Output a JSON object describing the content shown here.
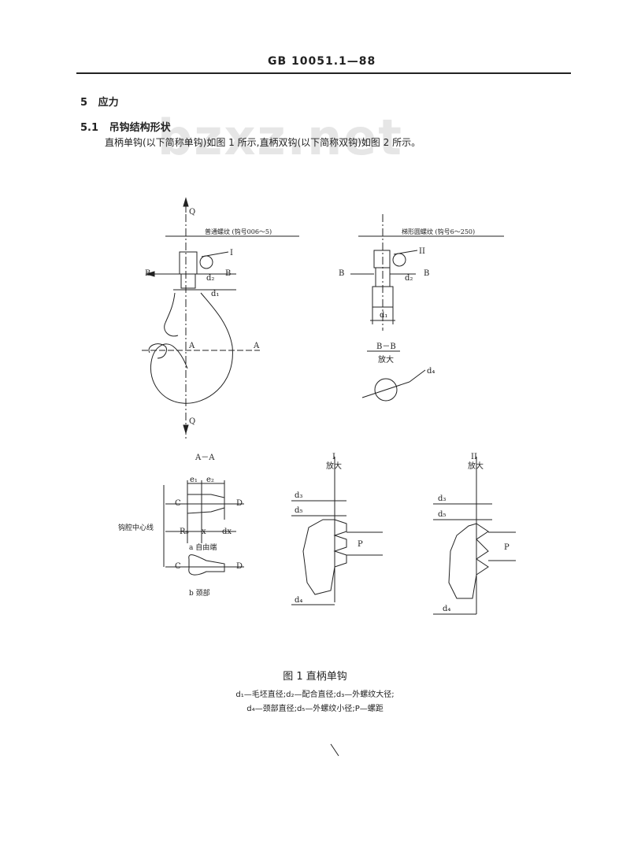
{
  "header": {
    "standard": "GB 10051.1—88"
  },
  "watermark": "bzxz.net",
  "section": {
    "number": "5",
    "title": "应力"
  },
  "subsection": {
    "number": "5.1",
    "title": "吊钩结构形状"
  },
  "paragraph": "直柄单钩(以下简称单钩)如图 1 所示,直柄双钩(以下简称双钩)如图 2 所示。",
  "figure": {
    "caption": "图 1 直柄单钩",
    "legend_line1": "d₁—毛坯直径;d₂—配合直径;d₃—外螺纹大径;",
    "legend_line2": "d₄—颈部直径;d₅—外螺纹小径;P—螺距",
    "labels": {
      "Q_top": "Q",
      "Q_bottom": "Q",
      "thread_normal": "普通螺纹 (钩号006～5)",
      "thread_trap": "梯形圆螺纹 (钩号6～250)",
      "I": "I",
      "II": "II",
      "B": "B",
      "A": "A",
      "d1": "d₁",
      "d2": "d₂",
      "d3": "d₃",
      "d4": "d₄",
      "d5": "d₅",
      "section_BB": "B－B",
      "enlarge": "放大",
      "section_AA": "A－A",
      "e1": "e₁",
      "e2": "e₂",
      "C": "C",
      "D": "D",
      "R0": "R₀",
      "x": "x",
      "dx": "dx",
      "centerline": "钩腔中心线",
      "free_end": "a 自由端",
      "neck": "b 颈部",
      "P": "P"
    }
  }
}
